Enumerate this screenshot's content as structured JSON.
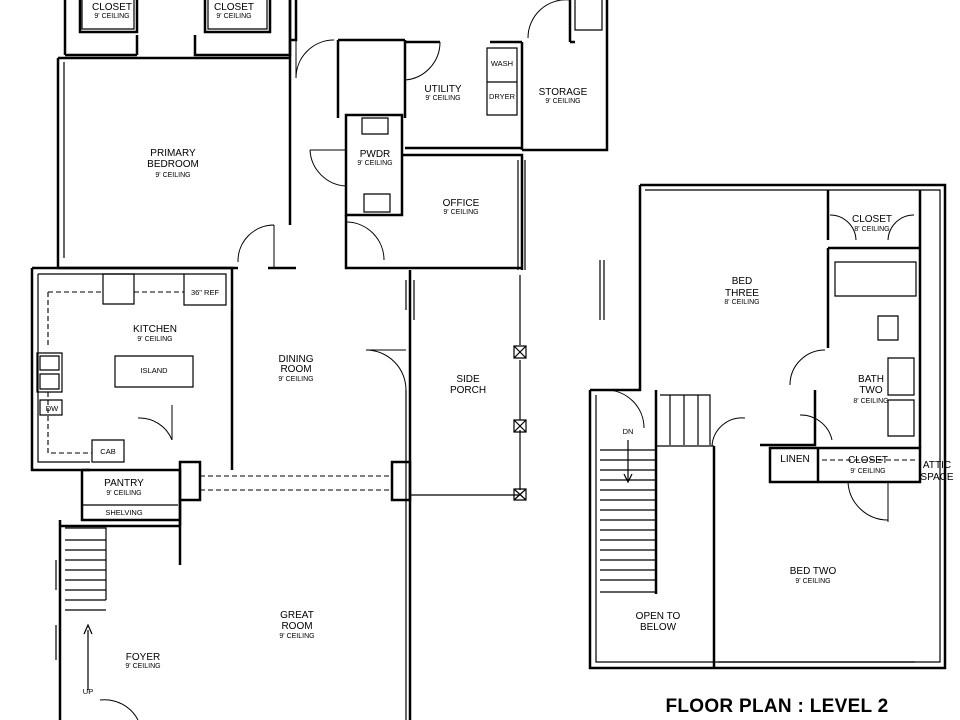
{
  "title": "FLOOR PLAN : LEVEL 2",
  "rooms": {
    "closet_left": {
      "name": "CLOSET",
      "ceiling": "9' CEILING"
    },
    "closet_right": {
      "name": "CLOSET",
      "ceiling": "9' CEILING"
    },
    "primary_bedroom": {
      "name1": "PRIMARY",
      "name2": "BEDROOM",
      "ceiling": "9' CEILING"
    },
    "utility": {
      "name": "UTILITY",
      "ceiling": "9' CEILING"
    },
    "storage": {
      "name": "STORAGE",
      "ceiling": "9' CEILING"
    },
    "powder": {
      "name": "PWDR",
      "ceiling": "9' CEILING"
    },
    "office": {
      "name": "OFFICE",
      "ceiling": "9' CEILING"
    },
    "kitchen": {
      "name": "KITCHEN",
      "ceiling": "9' CEILING"
    },
    "dining_room": {
      "name1": "DINING",
      "name2": "ROOM",
      "ceiling": "9' CEILING"
    },
    "side_porch": {
      "name1": "SIDE",
      "name2": "PORCH"
    },
    "pantry": {
      "name": "PANTRY",
      "ceiling": "9' CEILING"
    },
    "great_room": {
      "name1": "GREAT",
      "name2": "ROOM",
      "ceiling": "9' CEILING"
    },
    "foyer": {
      "name": "FOYER",
      "ceiling": "9' CEILING"
    },
    "bed_three": {
      "name1": "BED",
      "name2": "THREE",
      "ceiling": "8' CEILING"
    },
    "closet_upper": {
      "name": "CLOSET",
      "ceiling": "8' CEILING"
    },
    "bath_two": {
      "name1": "BATH",
      "name2": "TWO",
      "ceiling": "8' CEILING"
    },
    "linen": {
      "name": "LINEN"
    },
    "closet_lower": {
      "name": "CLOSET",
      "ceiling": "9' CEILING"
    },
    "attic": {
      "name1": "ATTIC",
      "name2": "SPACE"
    },
    "bed_two": {
      "name1": "BED TWO",
      "ceiling": "9' CEILING"
    },
    "open_below": {
      "name1": "OPEN TO",
      "name2": "BELOW"
    }
  },
  "fixtures": {
    "wash": "WASH",
    "dryer": "DRYER",
    "refrigerator": "36\" REF",
    "island": "ISLAND",
    "dishwasher": "DW",
    "cabinet": "CAB",
    "shelving": "SHELVING",
    "stair_up": "UP",
    "stair_down": "DN"
  }
}
